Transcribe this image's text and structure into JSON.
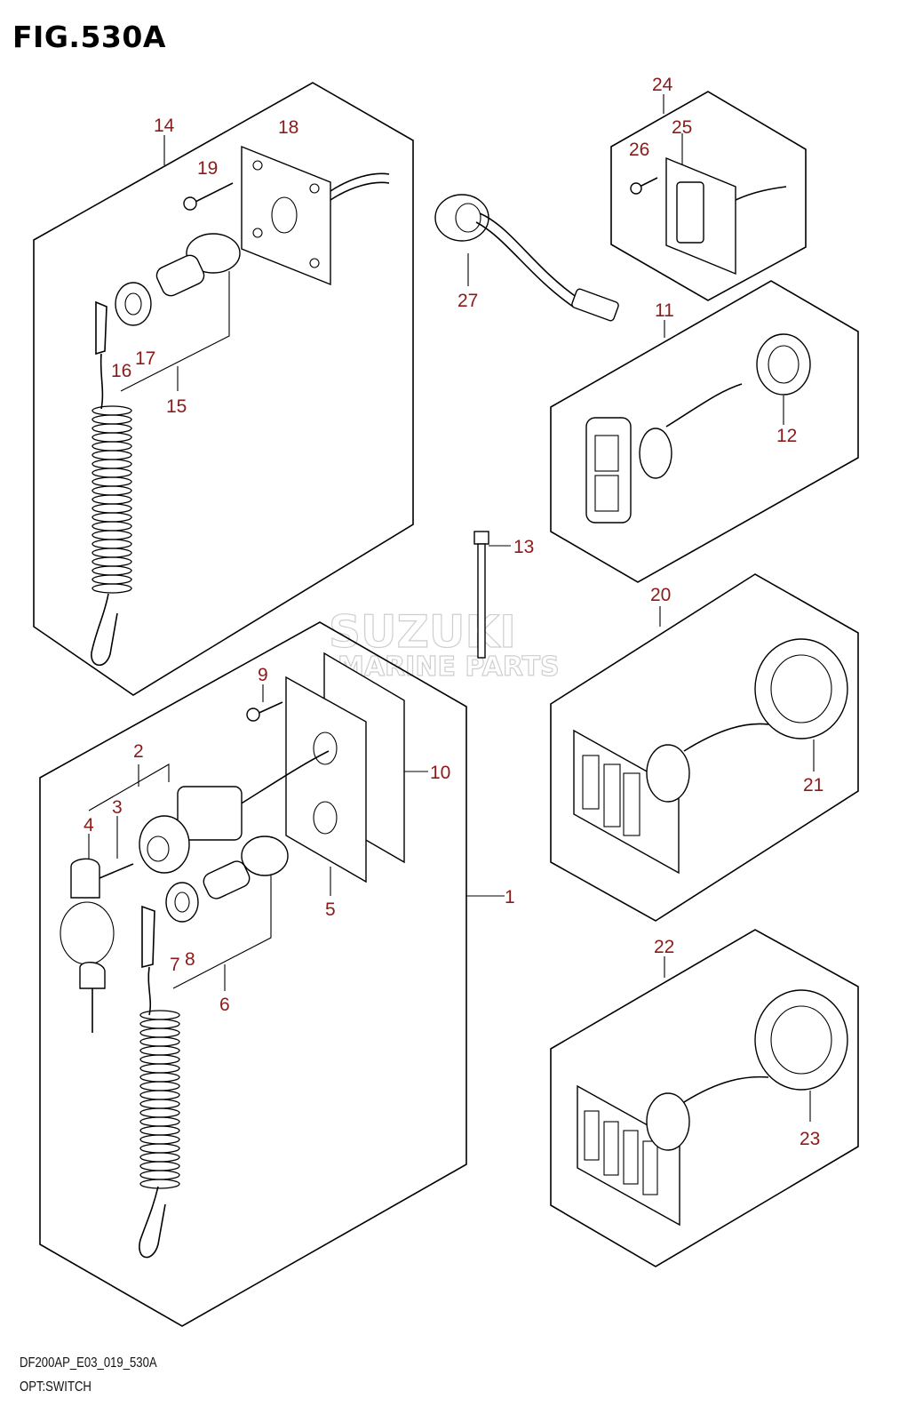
{
  "figure": {
    "title": "FIG.530A",
    "code": "DF200AP_E03_019_530A",
    "name": "OPT:SWITCH"
  },
  "watermark": {
    "brand": "SUZUKI",
    "subtitle": "MARINE PARTS"
  },
  "callouts": [
    {
      "id": "1",
      "label": "1"
    },
    {
      "id": "2",
      "label": "2"
    },
    {
      "id": "3",
      "label": "3"
    },
    {
      "id": "4",
      "label": "4"
    },
    {
      "id": "5",
      "label": "5"
    },
    {
      "id": "6",
      "label": "6"
    },
    {
      "id": "7",
      "label": "7"
    },
    {
      "id": "8",
      "label": "8"
    },
    {
      "id": "9",
      "label": "9"
    },
    {
      "id": "10",
      "label": "10"
    },
    {
      "id": "11",
      "label": "11"
    },
    {
      "id": "12",
      "label": "12"
    },
    {
      "id": "13",
      "label": "13"
    },
    {
      "id": "14",
      "label": "14"
    },
    {
      "id": "15",
      "label": "15"
    },
    {
      "id": "16",
      "label": "16"
    },
    {
      "id": "17",
      "label": "17"
    },
    {
      "id": "18",
      "label": "18"
    },
    {
      "id": "19",
      "label": "19"
    },
    {
      "id": "20",
      "label": "20"
    },
    {
      "id": "21",
      "label": "21"
    },
    {
      "id": "22",
      "label": "22"
    },
    {
      "id": "23",
      "label": "23"
    },
    {
      "id": "24",
      "label": "24"
    },
    {
      "id": "25",
      "label": "25"
    },
    {
      "id": "26",
      "label": "26"
    },
    {
      "id": "27",
      "label": "27"
    }
  ],
  "colors": {
    "callout": "#8b1a1a",
    "line": "#000000",
    "watermark": "#c9c9c9"
  }
}
